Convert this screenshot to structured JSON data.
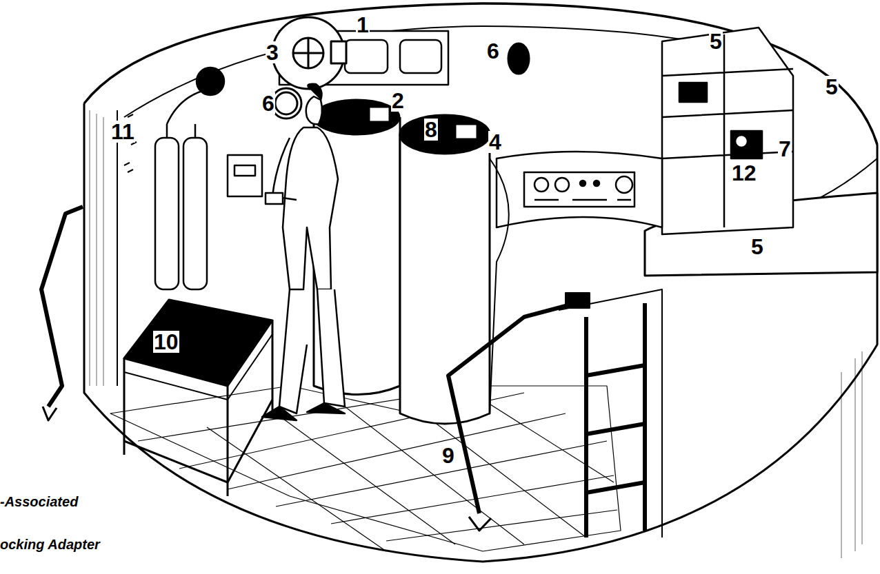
{
  "diagram": {
    "labels": [
      "1",
      "3",
      "6",
      "5",
      "6",
      "2",
      "5",
      "8",
      "4",
      "7",
      "12",
      "5",
      "10",
      "9",
      "11",
      "-Associated",
      "ocking Adapter"
    ]
  }
}
